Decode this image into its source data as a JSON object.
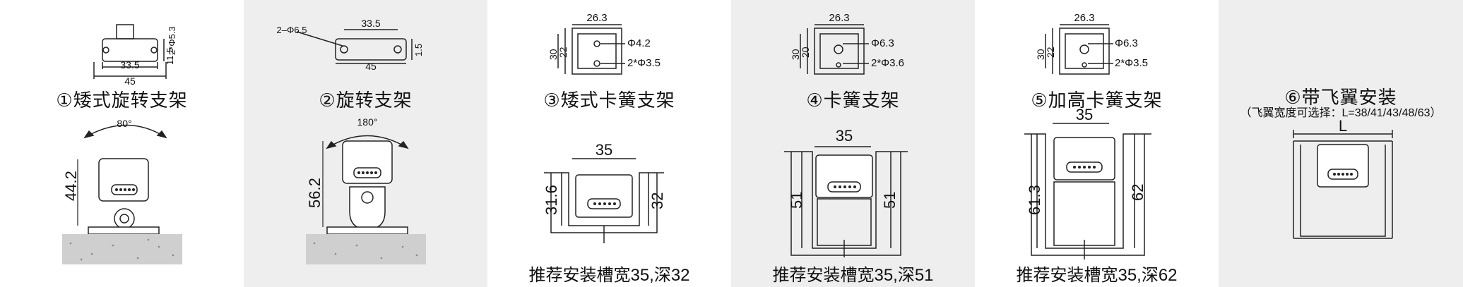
{
  "panels": [
    {
      "title": "①矮式旋转支架",
      "top_dims": {
        "d1": "33.5",
        "d2": "45",
        "d3": "2*Φ5.3",
        "d4": "11.5"
      },
      "angle": "80°",
      "height": "44.2"
    },
    {
      "title": "②旋转支架",
      "top_dims": {
        "d1": "33.5",
        "d2": "45",
        "d3": "2–Φ6.5",
        "d4": "1.5"
      },
      "angle": "180°",
      "height": "56.2"
    },
    {
      "title": "③矮式卡簧支架",
      "top_dims": {
        "w": "26.3",
        "h1": "30",
        "h2": "22",
        "hole1": "Φ4.2",
        "hole2": "2*Φ3.5"
      },
      "width": "35",
      "h_left": "31.6",
      "h_right": "32",
      "caption": "推荐安装槽宽35,深32"
    },
    {
      "title": "④卡簧支架",
      "top_dims": {
        "w": "26.3",
        "h1": "30",
        "h2": "20",
        "hole1": "Φ6.3",
        "hole2": "2*Φ3.6"
      },
      "width": "35",
      "h_left": "51",
      "h_right": "51",
      "caption": "推荐安装槽宽35,深51"
    },
    {
      "title": "⑤加高卡簧支架",
      "top_dims": {
        "w": "26.3",
        "h1": "30",
        "h2": "22",
        "hole1": "Φ6.3",
        "hole2": "2*Φ3.5"
      },
      "width": "35",
      "h_left": "61.3",
      "h_right": "62",
      "caption": "推荐安装槽宽35,深62"
    },
    {
      "title": "⑥带飞翼安装",
      "note": "（飞翼宽度可选择：L=38/41/43/48/63）",
      "width_label": "L"
    }
  ],
  "colors": {
    "line": "#222222",
    "panel_alt": "#eeeeee",
    "concrete": "#cfcfcf"
  }
}
